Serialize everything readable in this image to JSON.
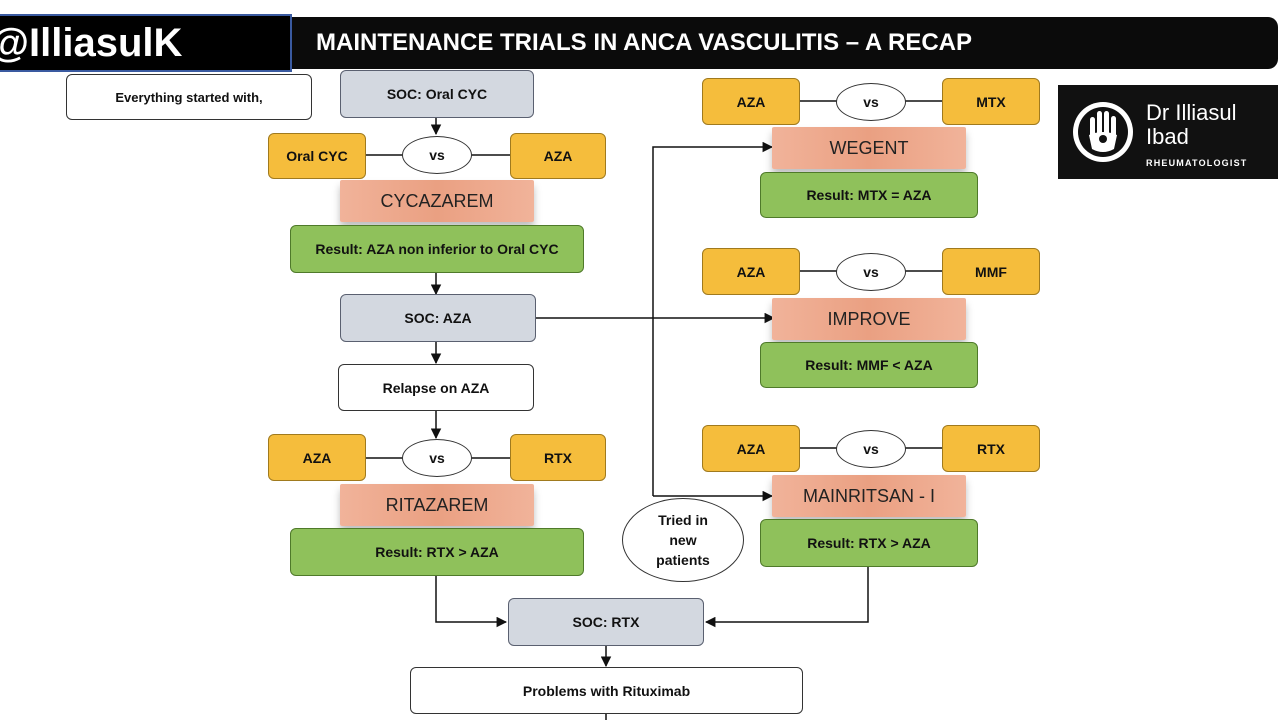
{
  "header": {
    "handle": "@IlliasulK",
    "title": "MAINTENANCE TRIALS IN ANCA VASCULITIS – A RECAP"
  },
  "logo": {
    "name_line1": "Dr Illiasul",
    "name_line2": "Ibad",
    "subtitle": "RHEUMATOLOGIST"
  },
  "intro": "Everything started with,",
  "soc_oral_cyc": "SOC: Oral CYC",
  "cycazarem": {
    "left": "Oral CYC",
    "vs": "vs",
    "right": "AZA",
    "trial": "CYCAZAREM",
    "result": "Result: AZA non inferior to Oral CYC"
  },
  "soc_aza": "SOC: AZA",
  "relapse": "Relapse on AZA",
  "ritazarem": {
    "left": "AZA",
    "vs": "vs",
    "right": "RTX",
    "trial": "RITAZAREM",
    "result": "Result: RTX > AZA"
  },
  "soc_rtx": "SOC: RTX",
  "problems": "Problems with Rituximab",
  "wegent": {
    "left": "AZA",
    "vs": "vs",
    "right": "MTX",
    "trial": "WEGENT",
    "result": "Result: MTX = AZA"
  },
  "improve": {
    "left": "AZA",
    "vs": "vs",
    "right": "MMF",
    "trial": "IMPROVE",
    "result": "Result: MMF < AZA"
  },
  "mainritsan": {
    "left": "AZA",
    "vs": "vs",
    "right": "RTX",
    "trial": "MAINRITSAN - I",
    "result": "Result: RTX > AZA"
  },
  "tried_note": {
    "line1": "Tried in",
    "line2": "new",
    "line3": "patients"
  },
  "colors": {
    "yellow": "#f5bd3c",
    "green": "#8fc15b",
    "grey": "#d3d8e0",
    "salmon": "#eaa082",
    "title_bar": "#0b0b0b"
  }
}
